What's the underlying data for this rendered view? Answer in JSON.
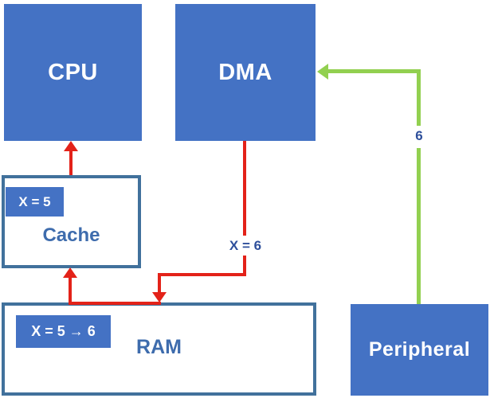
{
  "nodes": {
    "cpu": {
      "label": "CPU"
    },
    "dma": {
      "label": "DMA"
    },
    "cache": {
      "label": "Cache",
      "value": "X = 5"
    },
    "ram": {
      "label": "RAM",
      "value": "X = 5 → 6"
    },
    "peripheral": {
      "label": "Peripheral"
    }
  },
  "edges": {
    "cache_to_cpu": {
      "color": "red"
    },
    "ram_to_cache": {
      "color": "red"
    },
    "dma_to_ram": {
      "color": "red",
      "label": "X = 6"
    },
    "peripheral_to_dma": {
      "color": "green",
      "label": "6"
    }
  },
  "colors": {
    "box_fill": "#4472C4",
    "box_border": "#41719C",
    "label_blue": "#3E6CAD",
    "edge_label_blue": "#2E4F9B",
    "red": "#E32219",
    "green": "#92D050",
    "background": "#FFFFFF"
  }
}
